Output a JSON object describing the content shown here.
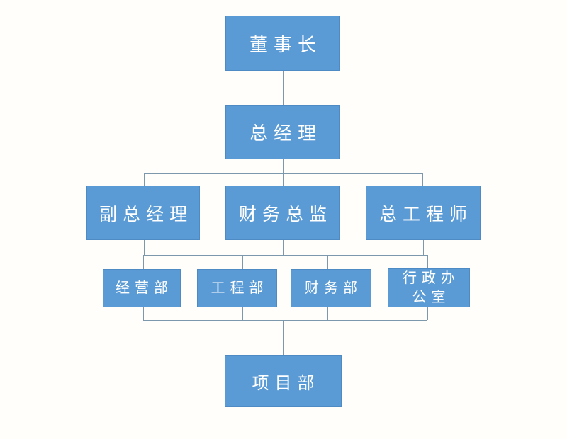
{
  "diagram": {
    "type": "org-chart",
    "levels": 5
  },
  "colors": {
    "box_fill": "#5b9bd5",
    "box_border": "#4e8ac4",
    "connector_line": "#7c98ad",
    "background": "#fffefa",
    "text": "#ffffff"
  },
  "nodes": [
    {
      "id": "chairman",
      "label": "董事长"
    },
    {
      "id": "general-manager",
      "label": "总经理"
    },
    {
      "id": "deputy-general-manager",
      "label": "副总经理"
    },
    {
      "id": "finance-director",
      "label": "财务总监"
    },
    {
      "id": "chief-engineer",
      "label": "总工程师"
    },
    {
      "id": "operations-dept",
      "label": "经营部"
    },
    {
      "id": "engineering-dept",
      "label": "工程部"
    },
    {
      "id": "finance-dept",
      "label": "财务部"
    },
    {
      "id": "admin-office",
      "label": "行政办公室",
      "line1": "行政办",
      "line2": "公室"
    },
    {
      "id": "project-dept",
      "label": "项目部"
    }
  ],
  "edges": [
    {
      "from": "董事长",
      "to": "总经理",
      "type": "direct"
    },
    {
      "from": "总经理",
      "to": "副总经理",
      "type": "bus"
    },
    {
      "from": "总经理",
      "to": "财务总监",
      "type": "bus"
    },
    {
      "from": "总经理",
      "to": "总工程师",
      "type": "bus"
    },
    {
      "from": "副总经理, 财务总监, 总工程师",
      "to": "经营部, 工程部, 财务部, 行政办公室",
      "type": "shared-bus"
    },
    {
      "from": "经营部, 工程部, 财务部, 行政办公室",
      "to": "项目部",
      "type": "shared-bus"
    }
  ]
}
